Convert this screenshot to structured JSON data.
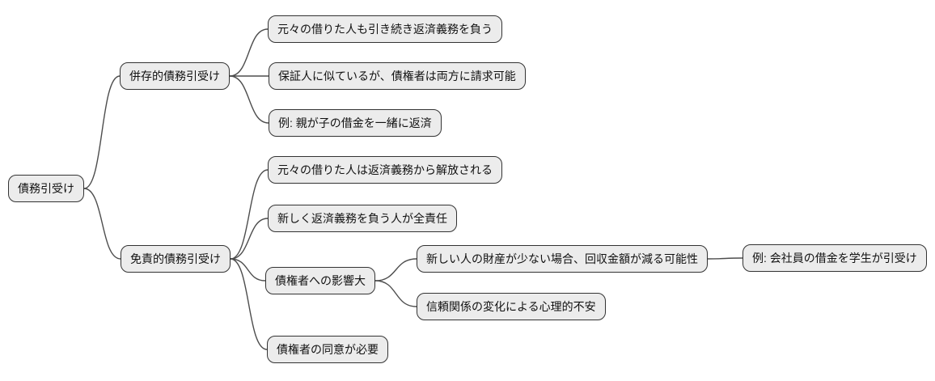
{
  "diagram": {
    "type": "mindmap",
    "title": "債務引受け",
    "colors": {
      "node_fill": "#ececec",
      "node_border": "#333333",
      "edge": "#4d4d4d",
      "text": "#111111",
      "background": "#ffffff"
    },
    "root": {
      "label": "債務引受け",
      "children": [
        {
          "label": "併存的債務引受け",
          "children": [
            {
              "label": "元々の借りた人も引き続き返済義務を負う"
            },
            {
              "label": "保証人に似ているが、債権者は両方に請求可能"
            },
            {
              "label": "例: 親が子の借金を一緒に返済"
            }
          ]
        },
        {
          "label": "免責的債務引受け",
          "children": [
            {
              "label": "元々の借りた人は返済義務から解放される"
            },
            {
              "label": "新しく返済義務を負う人が全責任"
            },
            {
              "label": "債権者への影響大",
              "children": [
                {
                  "label": "新しい人の財産が少ない場合、回収金額が減る可能性",
                  "children": [
                    {
                      "label": "例: 会社員の借金を学生が引受け"
                    }
                  ]
                },
                {
                  "label": "信頼関係の変化による心理的不安"
                }
              ]
            },
            {
              "label": "債権者の同意が必要"
            }
          ]
        }
      ]
    }
  }
}
